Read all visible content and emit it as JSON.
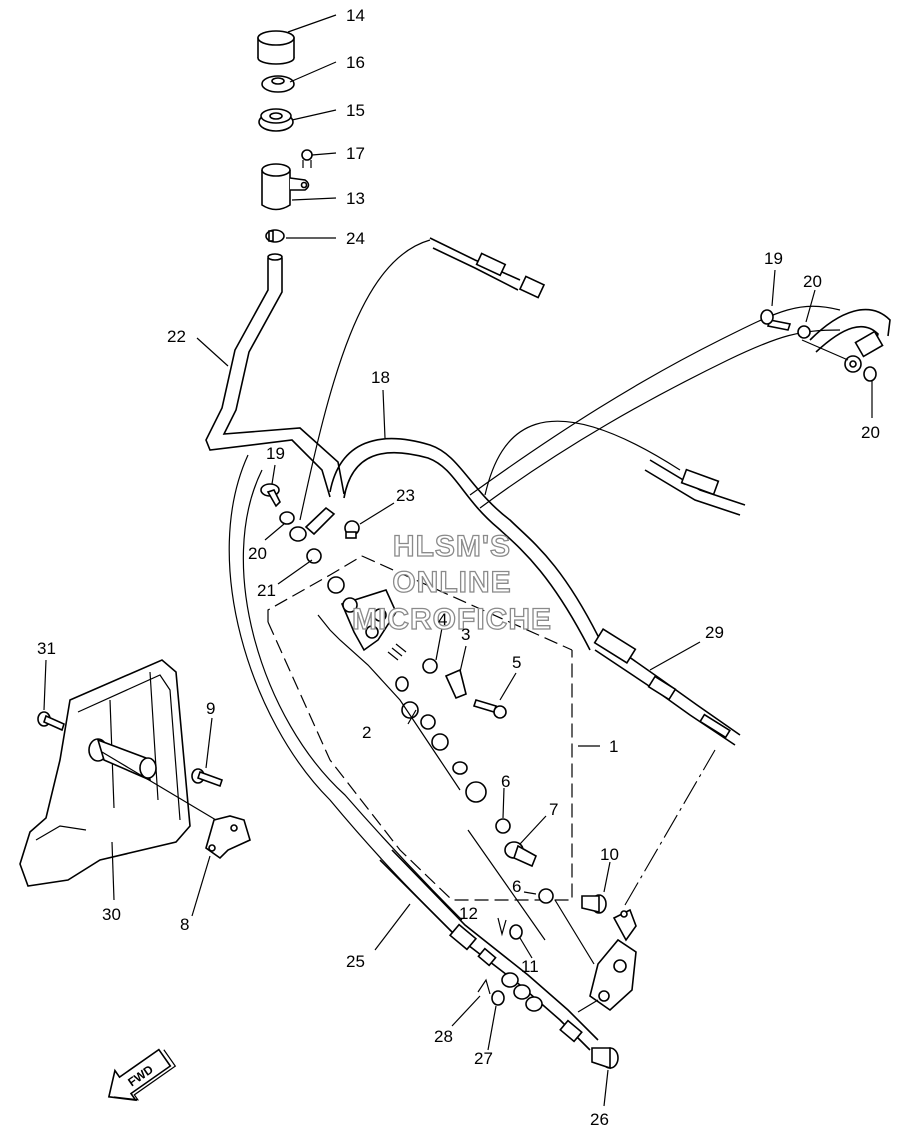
{
  "diagram": {
    "watermark": [
      "HLSM'S",
      "ONLINE",
      "MICROFICHE"
    ],
    "fwd_label": "FWD",
    "callouts": [
      "14",
      "16",
      "15",
      "17",
      "13",
      "24",
      "22",
      "19",
      "20",
      "20",
      "18",
      "19",
      "23",
      "20",
      "21",
      "4",
      "3",
      "5",
      "29",
      "31",
      "9",
      "2",
      "1",
      "6",
      "7",
      "10",
      "6",
      "30",
      "8",
      "12",
      "11",
      "25",
      "28",
      "27",
      "26"
    ]
  }
}
